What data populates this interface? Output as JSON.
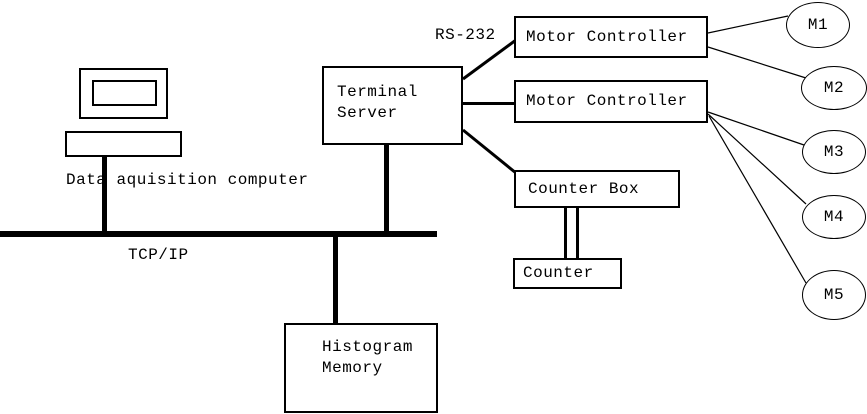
{
  "diagram": {
    "labels": {
      "computer": "Data aquisition computer",
      "network": "TCP/IP",
      "serial": "RS-232"
    },
    "nodes": {
      "terminal_server": "Terminal Server",
      "motor_controller_1": "Motor Controller",
      "motor_controller_2": "Motor Controller",
      "counter_box": "Counter Box",
      "counter": "Counter",
      "histogram_memory": "Histogram Memory",
      "motors": [
        "M1",
        "M2",
        "M3",
        "M4",
        "M5"
      ]
    },
    "colors": {
      "stroke": "#000000",
      "background": "#ffffff",
      "text": "#000000"
    },
    "connections": [
      {
        "from": "data-acquisition-computer",
        "to": "tcp-ip-bus"
      },
      {
        "from": "terminal-server",
        "to": "tcp-ip-bus"
      },
      {
        "from": "histogram-memory",
        "to": "tcp-ip-bus"
      },
      {
        "from": "terminal-server",
        "to": "motor-controller-1",
        "label": "RS-232"
      },
      {
        "from": "terminal-server",
        "to": "motor-controller-2"
      },
      {
        "from": "terminal-server",
        "to": "counter-box"
      },
      {
        "from": "counter-box",
        "to": "counter",
        "style": "double"
      },
      {
        "from": "motor-controller-1",
        "to": "M1"
      },
      {
        "from": "motor-controller-1",
        "to": "M2"
      },
      {
        "from": "motor-controller-2",
        "to": "M3"
      },
      {
        "from": "motor-controller-2",
        "to": "M4"
      },
      {
        "from": "motor-controller-2",
        "to": "M5"
      }
    ]
  }
}
